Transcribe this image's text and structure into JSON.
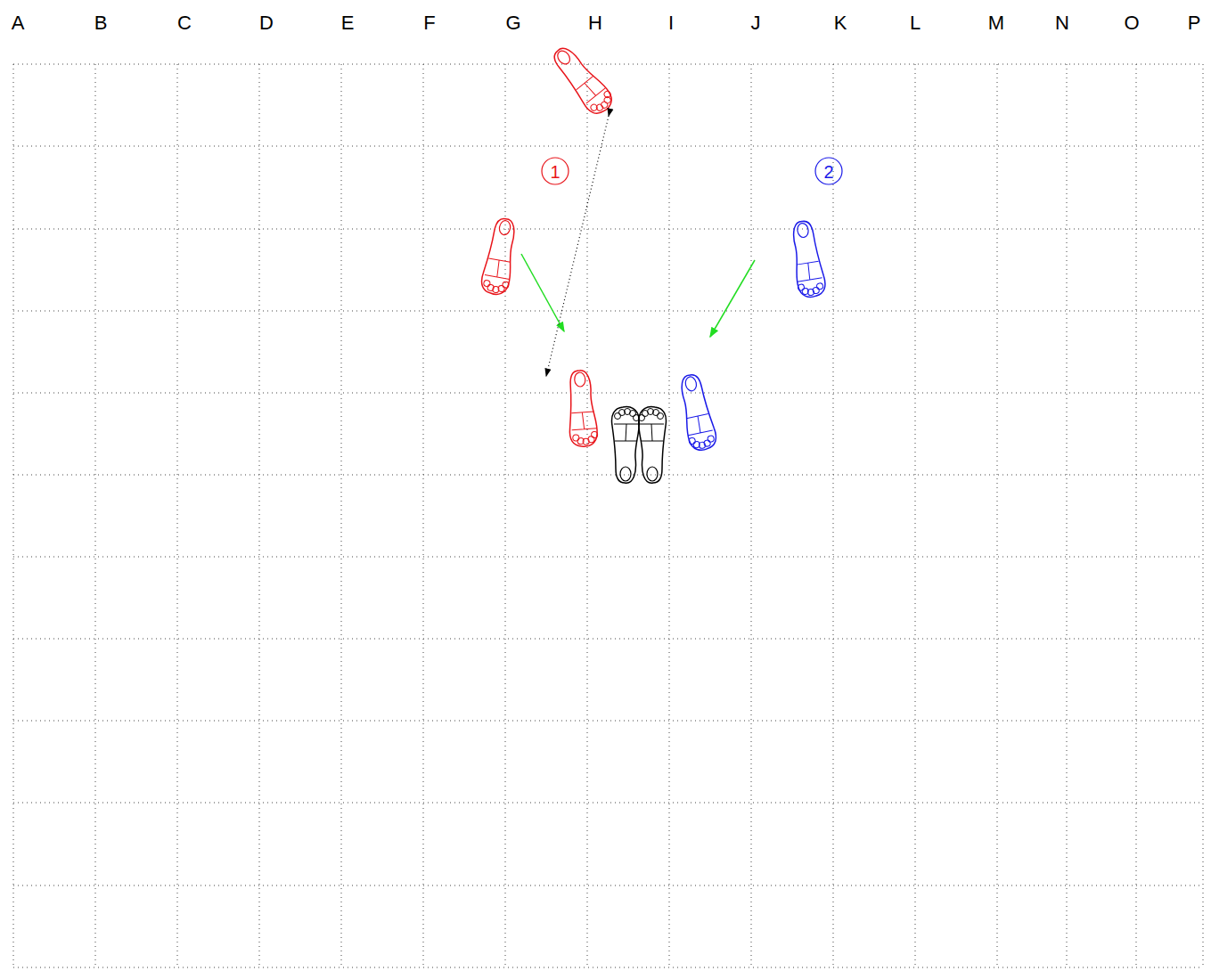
{
  "diagram": {
    "labels": [
      "A",
      "B",
      "C",
      "D",
      "E",
      "F",
      "G",
      "H",
      "I",
      "J",
      "K",
      "L",
      "M",
      "N",
      "O",
      "P",
      "1",
      "2"
    ]
  }
}
